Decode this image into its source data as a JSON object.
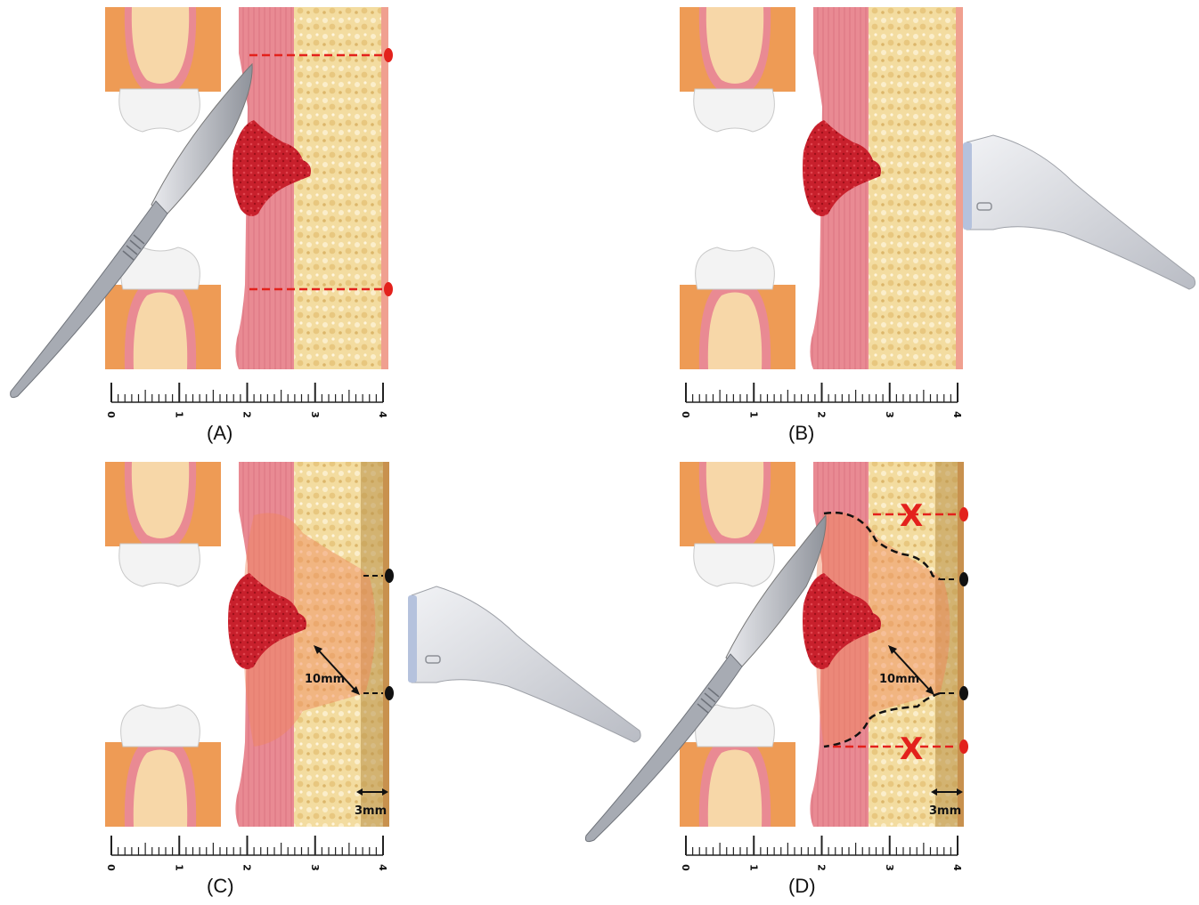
{
  "panels": [
    {
      "caption": "(A)",
      "ruler_labels": [
        "0",
        "1",
        "2",
        "3",
        "4"
      ]
    },
    {
      "caption": "(B)",
      "ruler_labels": [
        "0",
        "1",
        "2",
        "3",
        "4"
      ]
    },
    {
      "caption": "(C)",
      "ruler_labels": [
        "0",
        "1",
        "2",
        "3",
        "4"
      ],
      "margin_label": "10mm",
      "skin_label": "3mm"
    },
    {
      "caption": "(D)",
      "ruler_labels": [
        "0",
        "1",
        "2",
        "3",
        "4"
      ],
      "margin_label": "10mm",
      "skin_label": "3mm",
      "x_marks": [
        "X",
        "X"
      ]
    }
  ],
  "colors": {
    "mucosa": "#ea8f97",
    "mucosa_dark": "#d96f7a",
    "fat": "#f3dca0",
    "tumor": "#c8202c",
    "bone": "#ee9b55",
    "tooth": "#f2f2f2",
    "dashed_red": "#e3211c",
    "probe": "#d6d8de"
  },
  "icons": [
    "scalpel-icon",
    "ultrasound-probe-icon"
  ]
}
